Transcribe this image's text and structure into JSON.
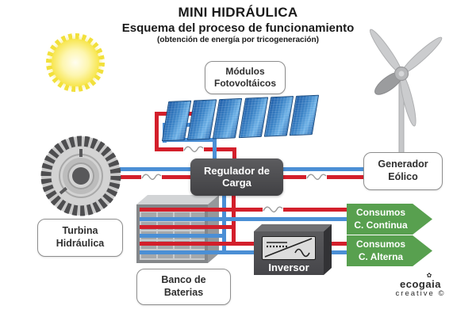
{
  "title": {
    "main": "MINI HIDRÁULICA",
    "subtitle": "Esquema del proceso de funcionamiento",
    "note": "(obtención de energía por tricogeneración)"
  },
  "labels": {
    "modules": {
      "line1": "Módulos",
      "line2": "Fotovoltáicos"
    },
    "turbine": {
      "line1": "Turbina",
      "line2": "Hidráulica"
    },
    "wind": {
      "line1": "Generador",
      "line2": "Eólico"
    },
    "battery": {
      "line1": "Banco de",
      "line2": "Baterias"
    },
    "regulator": {
      "line1": "Regulador de",
      "line2": "Carga"
    },
    "inverter": {
      "label": "Inversor"
    },
    "consumos_dc": {
      "line1": "Consumos",
      "line2": "C. Continua"
    },
    "consumos_ac": {
      "line1": "Consumos",
      "line2": "C. Alterna"
    }
  },
  "logo": {
    "flower": "✿",
    "name": "ecogaia",
    "tagline": "creative ©"
  },
  "colors": {
    "wire-red": "#d31f2b",
    "wire-blue": "#4b8fd5",
    "green-arrow": "#58a04f",
    "box-dark": "#4c4c4e"
  }
}
